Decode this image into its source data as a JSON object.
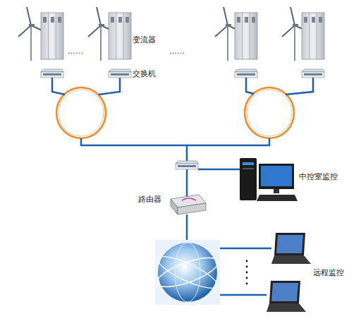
{
  "diagram": {
    "nodes": [
      {
        "text": [
          "变流器"
        ]
      },
      {
        "text": [
          "交换机"
        ]
      },
      {
        "text": [
          "中控室监控"
        ]
      },
      {
        "text": [
          "路由器"
        ]
      },
      {
        "text": [
          "远程监控"
        ]
      }
    ],
    "labels": [
      "……",
      "……"
    ]
  }
}
